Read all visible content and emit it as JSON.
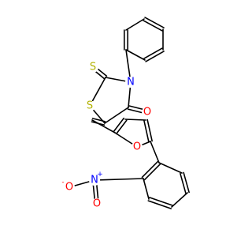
{
  "molecule": {
    "atoms": {
      "thioxo_s": {
        "symbol": "S",
        "color": "#b2b200"
      },
      "ring_s": {
        "symbol": "S",
        "color": "#b2b200"
      },
      "ring_n": {
        "symbol": "N",
        "color": "#0000ff"
      },
      "carbonyl_o": {
        "symbol": "O",
        "color": "#ff0000"
      },
      "furan_o": {
        "symbol": "O",
        "color": "#ff0000"
      },
      "nitro_n": {
        "symbol": "N",
        "color": "#0000ff",
        "charge": "+"
      },
      "nitro_o_minus": {
        "symbol": "O",
        "color": "#ff0000",
        "charge": "-",
        "prefix": "-"
      },
      "nitro_o": {
        "symbol": "O",
        "color": "#ff0000"
      }
    }
  }
}
